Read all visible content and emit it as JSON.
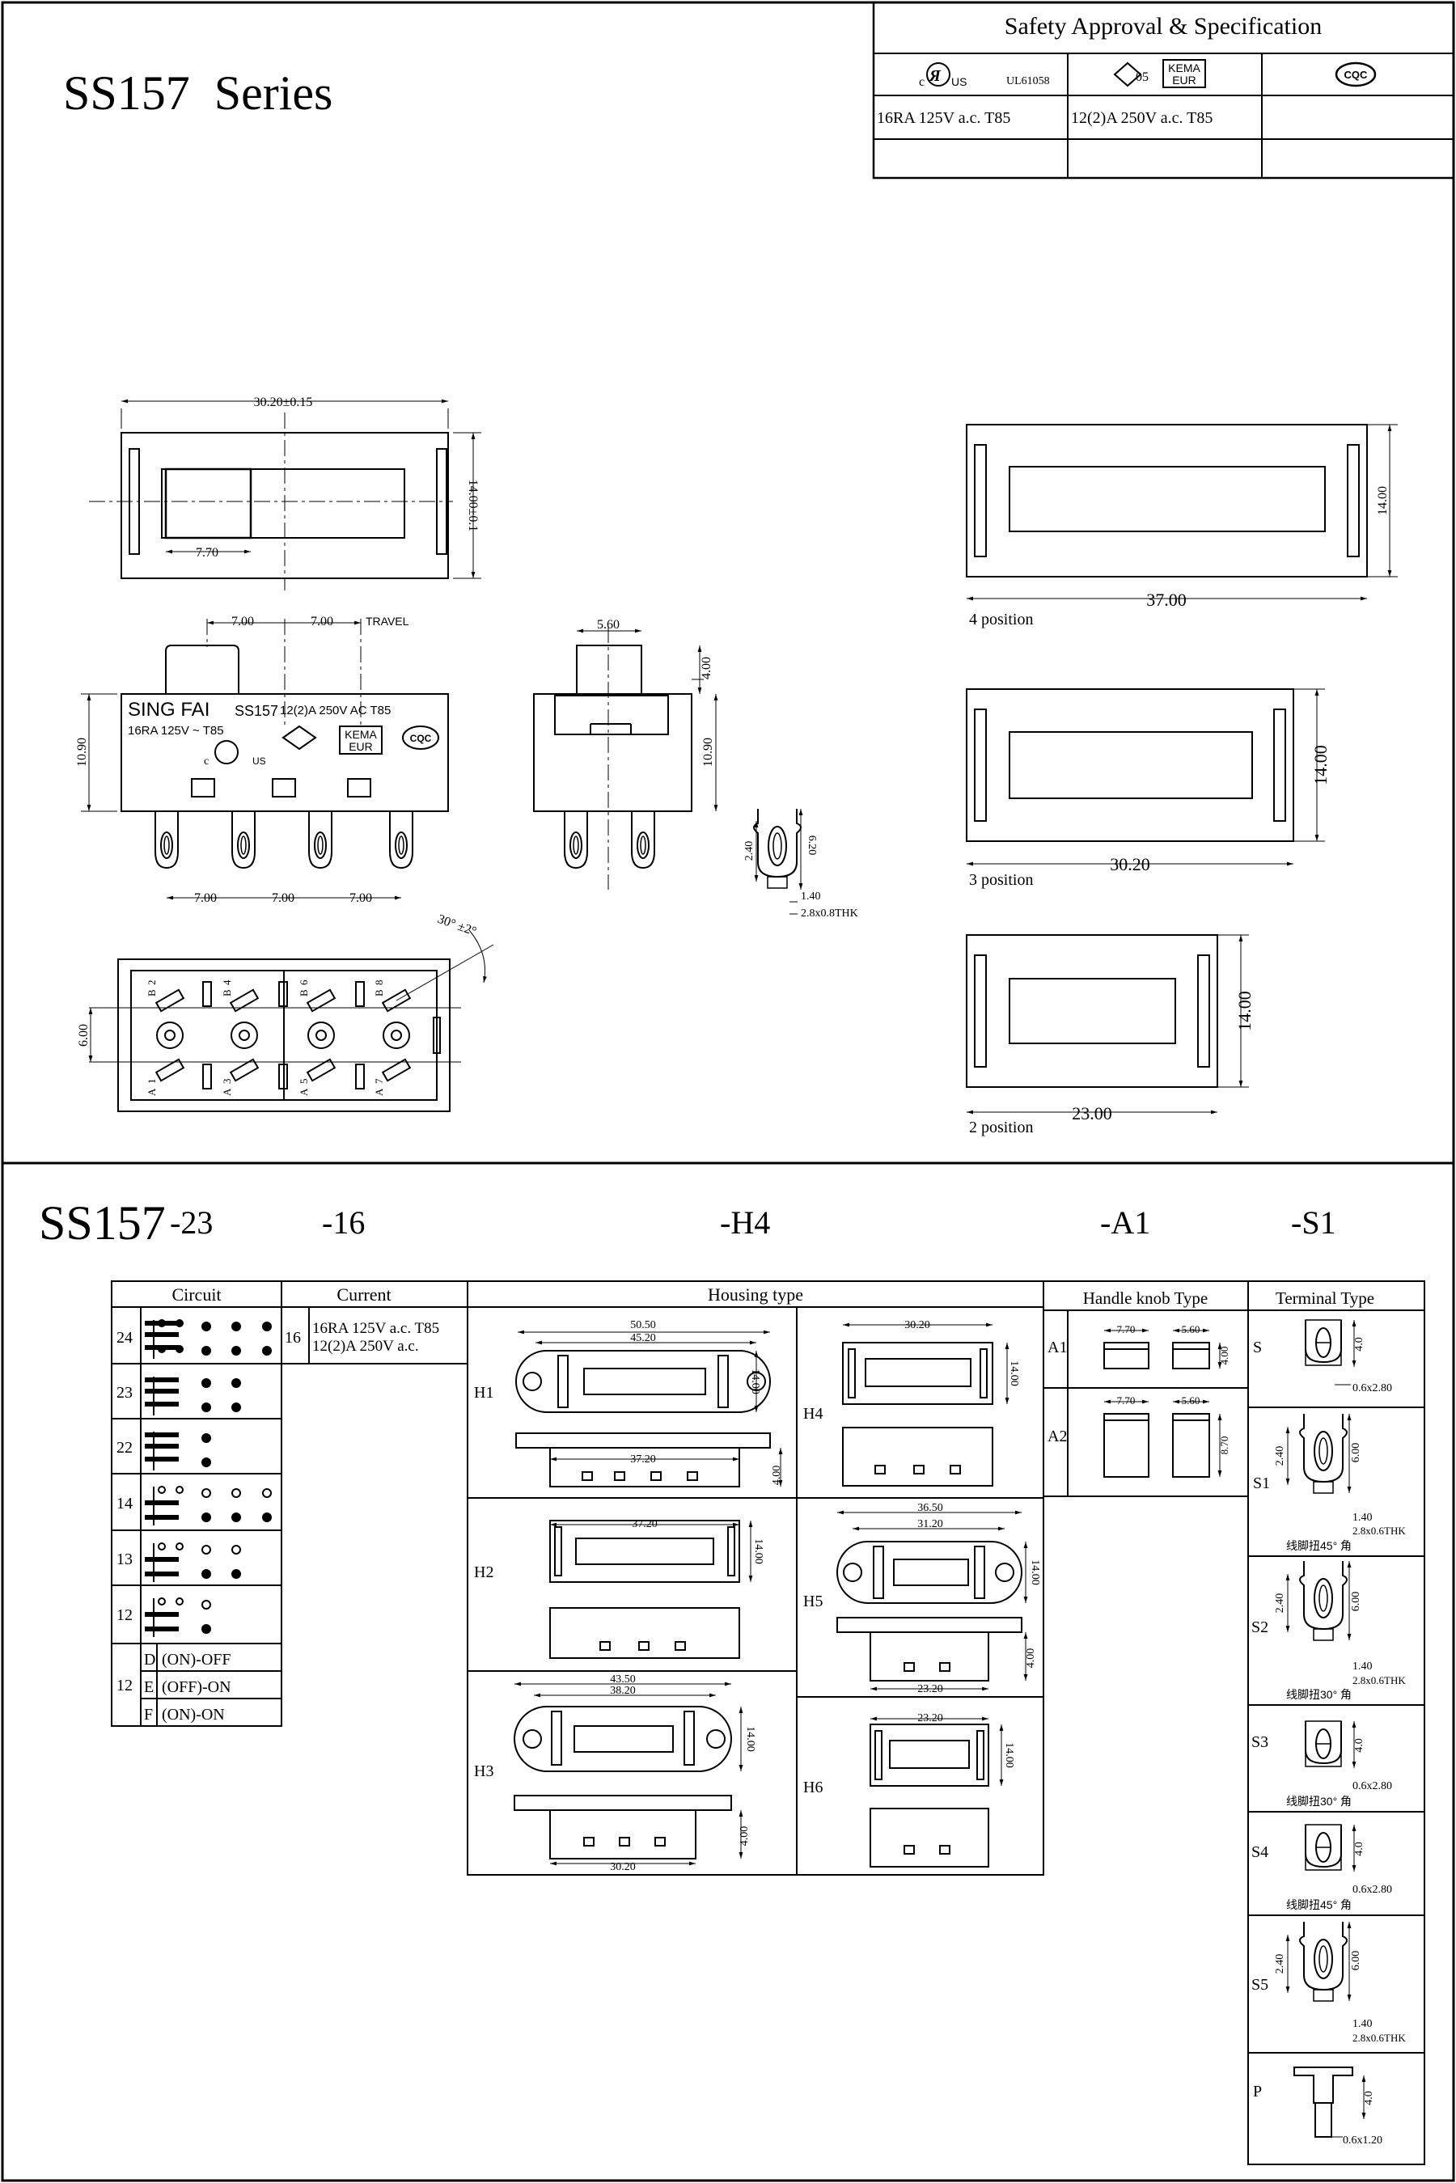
{
  "title": "SS157  Series",
  "approval": {
    "heading": "Safety Approval & Specification",
    "ul_file": "UL61058",
    "ul_rating": "16RA 125V a.c. T85",
    "enec_rating": "12(2)A 250V a.c. T85",
    "enec_number": "05",
    "kema_top": "KEMA",
    "kema_bottom": "EUR",
    "cqc": "CQC"
  },
  "top_view": {
    "width": "30.20±0.15",
    "height": "14.00±0.1",
    "knob": "7.70"
  },
  "side_view": {
    "brand": "SING FAI",
    "model": "SS157",
    "rating_en": "12(2)A 250V AC  T85",
    "rating_ul": "16RA 125V ~ T85",
    "pitch1": "7.00",
    "pitch2": "7.00",
    "travel": "TRAVEL",
    "height": "10.90",
    "bottom_pitch": [
      "7.00",
      "7.00",
      "7.00"
    ]
  },
  "end_view": {
    "knob": "5.60",
    "knob_h": "4.00",
    "height": "10.90"
  },
  "terminal_detail": {
    "d1": "2.40",
    "d2": "6.20",
    "d3": "1.40",
    "d4": "2.8x0.8THK"
  },
  "bottom_view": {
    "angle": "30° ±2°",
    "dim": "6.00",
    "labels_top": [
      "2",
      "B",
      "4",
      "B",
      "6",
      "B",
      "8",
      "B"
    ],
    "labels_bottom": [
      "1",
      "A",
      "3",
      "A",
      "5",
      "A",
      "7",
      "A"
    ]
  },
  "positions": [
    {
      "label": "4 position",
      "width": "37.00",
      "height": "14.00"
    },
    {
      "label": "3 position",
      "width": "30.20",
      "height": "14.00"
    },
    {
      "label": "2 position",
      "width": "23.00",
      "height": "14.00"
    }
  ],
  "order_code": {
    "prefix": "SS157",
    "parts": [
      "-23",
      "-16",
      "-H4",
      "-A1",
      "-S1"
    ]
  },
  "circuit": {
    "header": "Circuit",
    "rows": [
      "24",
      "23",
      "22",
      "14",
      "13",
      "12"
    ],
    "extra": {
      "code": "12",
      "rows": [
        {
          "l": "D",
          "t": "(ON)-OFF"
        },
        {
          "l": "E",
          "t": "(OFF)-ON"
        },
        {
          "l": "F",
          "t": "(ON)-ON"
        }
      ]
    }
  },
  "current": {
    "header": "Current",
    "code": "16",
    "line1": "16RA 125V a.c. T85",
    "line2": "12(2)A 250V a.c."
  },
  "housing": {
    "header": "Housing type",
    "H1": {
      "label": "H1",
      "a": "50.50",
      "b": "45.20",
      "c": "14.00",
      "d": "37.20",
      "e": "4.00"
    },
    "H4": {
      "label": "H4",
      "a": "30.20",
      "c": "14.00"
    },
    "H2": {
      "label": "H2",
      "a": "37.20",
      "c": "14.00"
    },
    "H5": {
      "label": "H5",
      "a": "36.50",
      "b": "31.20",
      "c": "14.00",
      "d": "23.20",
      "e": "4.00"
    },
    "H3": {
      "label": "H3",
      "a": "43.50",
      "b": "38.20",
      "c": "14.00",
      "d": "30.20",
      "e": "4.00"
    },
    "H6": {
      "label": "H6",
      "a": "23.20",
      "c": "14.00"
    }
  },
  "knob": {
    "header": "Handle knob Type",
    "A1": {
      "label": "A1",
      "w": "7.70",
      "w2": "5.60",
      "h": "4.00"
    },
    "A2": {
      "label": "A2",
      "w": "7.70",
      "w2": "5.60",
      "h": "8.70"
    }
  },
  "terminal": {
    "header": "Terminal Type",
    "S": {
      "label": "S",
      "h": "4.0",
      "t": "0.6x2.80"
    },
    "S1": {
      "label": "S1",
      "a": "2.40",
      "h": "6.00",
      "b": "1.40",
      "t": "2.8x0.6THK",
      "note": "线脚扭45° 角"
    },
    "S2": {
      "label": "S2",
      "a": "2.40",
      "h": "6.00",
      "b": "1.40",
      "t": "2.8x0.6THK",
      "note": "线脚扭30° 角"
    },
    "S3": {
      "label": "S3",
      "h": "4.0",
      "t": "0.6x2.80",
      "note": "线脚扭30° 角"
    },
    "S4": {
      "label": "S4",
      "h": "4.0",
      "t": "0.6x2.80",
      "note": "线脚扭45° 角"
    },
    "S5": {
      "label": "S5",
      "a": "2.40",
      "h": "6.00",
      "b": "1.40",
      "t": "2.8x0.6THK"
    },
    "P": {
      "label": "P",
      "h": "4.0",
      "t": "0.6x1.20"
    }
  }
}
